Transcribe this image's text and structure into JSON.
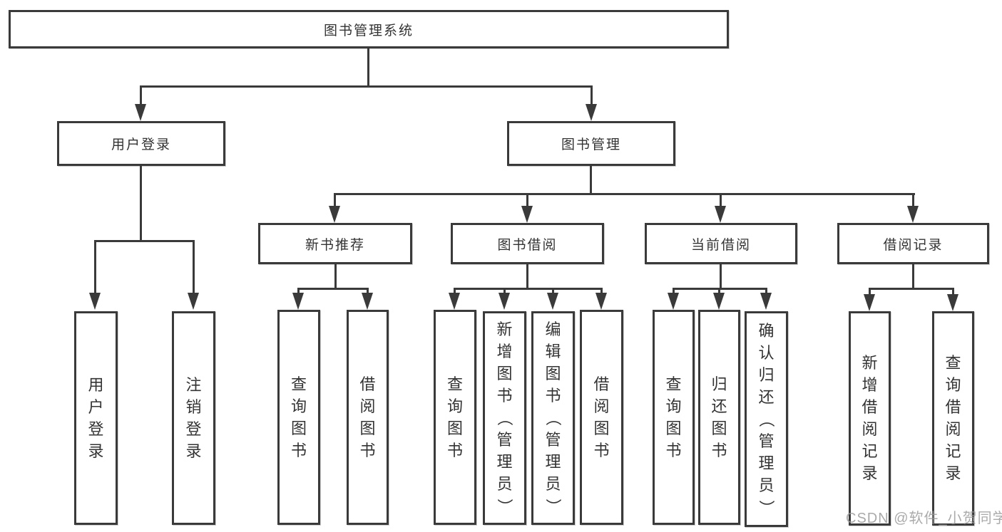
{
  "colors": {
    "line": "#3a3a3a",
    "text": "#333333",
    "watermark": "#9c9c9c"
  },
  "root": {
    "label": "图书管理系统"
  },
  "login": {
    "label": "用户登录",
    "children": [
      "用户登录",
      "注销登录"
    ]
  },
  "mgmt": {
    "label": "图书管理",
    "groups": [
      {
        "label": "新书推荐",
        "children": [
          "查询图书",
          "借阅图书"
        ]
      },
      {
        "label": "图书借阅",
        "children": [
          "查询图书",
          "新增图书（管理员）",
          "编辑图书（管理员）",
          "借阅图书"
        ]
      },
      {
        "label": "当前借阅",
        "children": [
          "查询图书",
          "归还图书",
          "确认归还（管理员）"
        ]
      },
      {
        "label": "借阅记录",
        "children": [
          "新增借阅记录",
          "查询借阅记录"
        ]
      }
    ]
  },
  "watermark": "CSDN @软件_小贺同学"
}
